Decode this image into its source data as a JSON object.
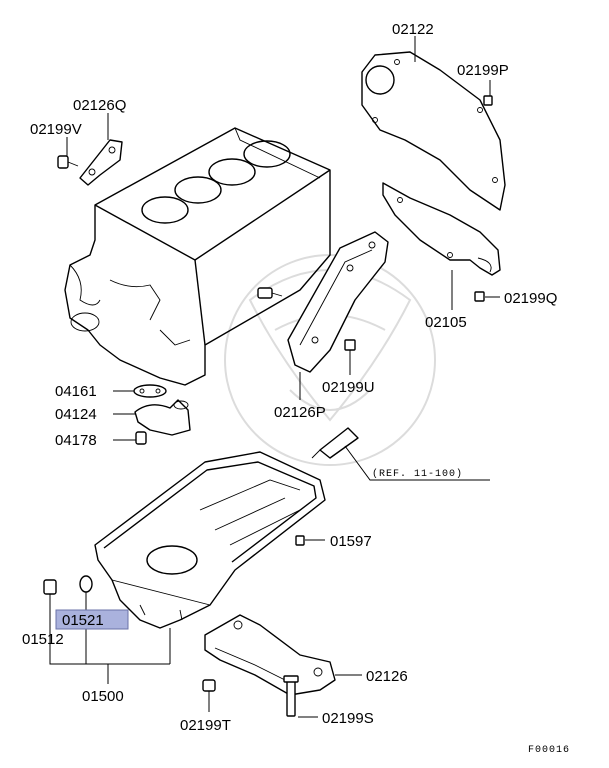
{
  "labels": {
    "p02122": "02122",
    "p02199P": "02199P",
    "p02126Q": "02126Q",
    "p02199V": "02199V",
    "p02105": "02105",
    "p02199Q": "02199Q",
    "p02199U": "02199U",
    "p04161": "04161",
    "p04124": "04124",
    "p04178": "04178",
    "p02126P": "02126P",
    "ref": "(REF. 11-100)",
    "p01597": "01597",
    "p01521": "01521",
    "p01512": "01512",
    "p01500": "01500",
    "p02126": "02126",
    "p02199T": "02199T",
    "p02199S": "02199S",
    "figure_code": "F00016"
  },
  "colors": {
    "highlight": "#aab2dd",
    "line": "#000000",
    "watermark": "#dcdcdc"
  },
  "highlighted_part": "01521"
}
